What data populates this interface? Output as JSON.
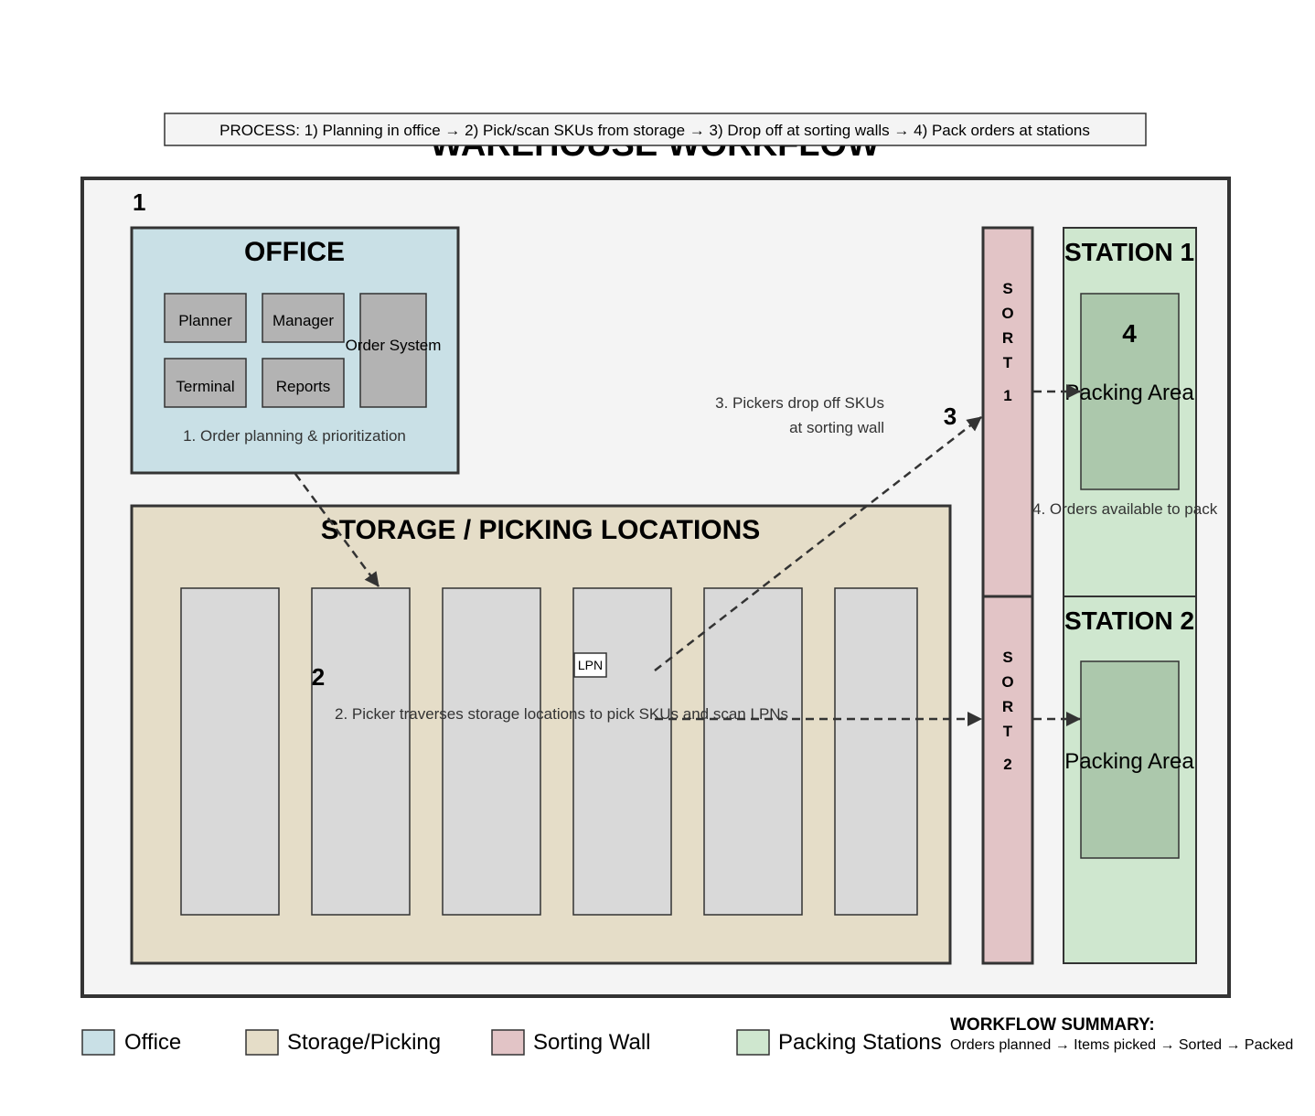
{
  "title": "WAREHOUSE WORKFLOW",
  "process_banner": "PROCESS: 1) Planning in office → 2) Pick/scan SKUs from storage → 3) Drop off at sorting walls → 4) Pack orders at stations",
  "steps": {
    "s1": "1",
    "s2": "2",
    "s3": "3",
    "s4": "4"
  },
  "office": {
    "title": "OFFICE",
    "items": [
      "Planner",
      "Manager",
      "Terminal",
      "Reports"
    ],
    "order_system": "Order System",
    "caption": "1. Order planning & prioritization"
  },
  "storage": {
    "title": "STORAGE / PICKING LOCATIONS",
    "rack_count": 6,
    "lpn_label": "LPN",
    "caption": "2. Picker traverses storage locations to pick SKUs and scan LPNs"
  },
  "sorting": {
    "caption_line1": "3. Pickers drop off SKUs",
    "caption_line2": "at sorting wall",
    "walls": [
      {
        "letters": [
          "S",
          "O",
          "R",
          "T",
          "1"
        ]
      },
      {
        "letters": [
          "S",
          "O",
          "R",
          "T",
          "2"
        ]
      }
    ]
  },
  "stations": [
    {
      "title": "STATION 1",
      "area": "Packing Area"
    },
    {
      "title": "STATION 2",
      "area": "Packing Area"
    }
  ],
  "packing_caption": "4. Orders available to pack",
  "legend": [
    {
      "label": "Office",
      "color": "#c9e0e6"
    },
    {
      "label": "Storage/Picking",
      "color": "#e5ddc8"
    },
    {
      "label": "Sorting Wall",
      "color": "#e2c4c6"
    },
    {
      "label": "Packing Stations",
      "color": "#cfe7cf"
    }
  ],
  "summary": {
    "title": "WORKFLOW SUMMARY:",
    "text": "Orders planned → Items picked → Sorted → Packed"
  },
  "colors": {
    "frame_bg": "#f4f4f4",
    "office": "#c9e0e6",
    "storage": "#e5ddc8",
    "rack": "#d9d9d9",
    "sort": "#e2c4c6",
    "station": "#cfe7cf",
    "packing_area": "#acc8ac",
    "office_item": "#b3b3b3",
    "stroke": "#333333"
  }
}
